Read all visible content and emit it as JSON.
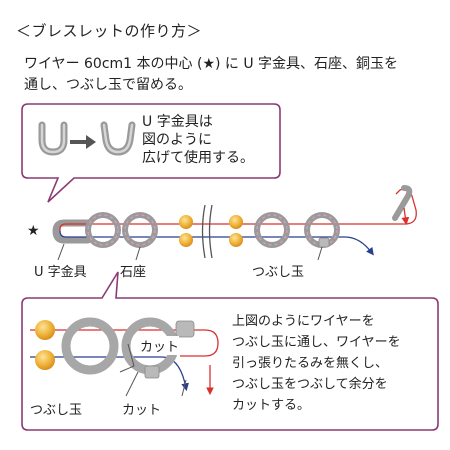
{
  "heading": "＜ブレスレットの作り方＞",
  "intro": {
    "line1": "ワイヤー 60cm1 本の中心 (★) に U 字金具、石座、銅玉を",
    "line2": "通し、つぶし玉で留める。"
  },
  "callout_top": {
    "line1": "U 字金具は",
    "line2": "図のように",
    "line3": "広げて使用する。"
  },
  "labels": {
    "star": "★",
    "u_clasp": "U 字金具",
    "stone_setting": "石座",
    "crimp_bead": "つぶし玉",
    "cut_1": "カット",
    "crimp_bead_2": "つぶし玉",
    "cut_2": "カット"
  },
  "callout_bottom": {
    "line1": "上図のようにワイヤーを",
    "line2": "つぶし玉に通し、ワイヤーを",
    "line3": "引っ張りたるみを無くし、",
    "line4": "つぶし玉をつぶして余分を",
    "line5": "カットする。"
  },
  "colors": {
    "callout_border": "#8b3a72",
    "wire_red": "#d8322f",
    "wire_blue": "#2b3f8f",
    "ring_gray": "#9a9a9a",
    "ring_pink": "#e29abf",
    "bead_gold": "#f0b43b"
  }
}
